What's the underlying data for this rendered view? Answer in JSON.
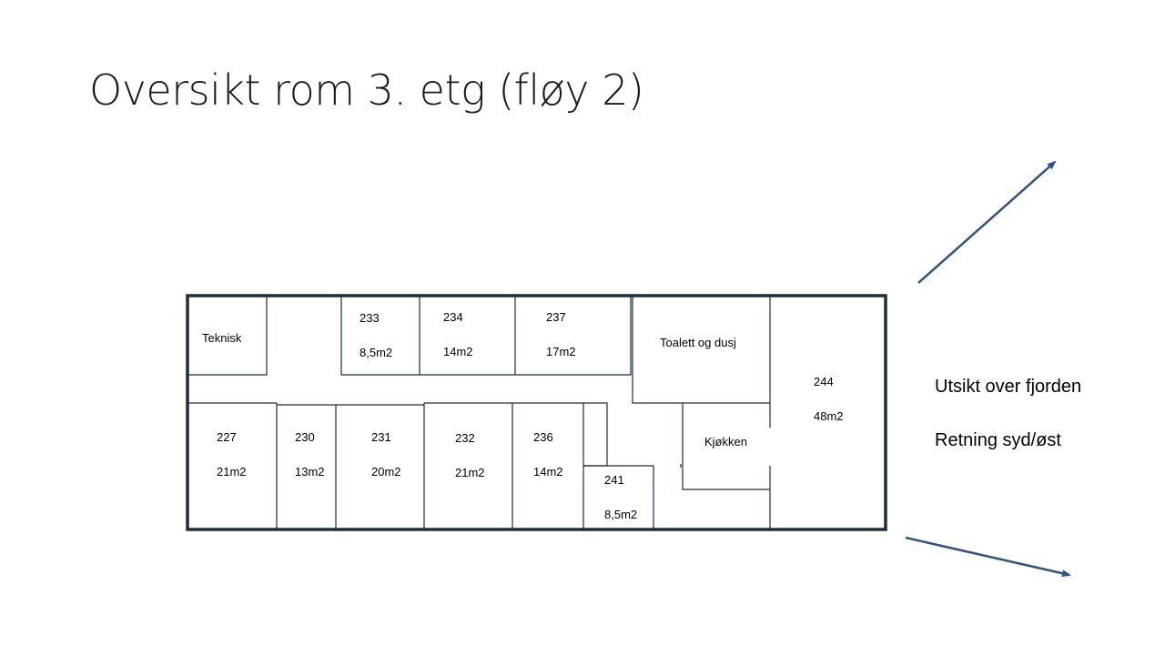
{
  "slide": {
    "title": "Oversikt rom 3. etg (fløy 2)"
  },
  "rooms": {
    "teknisk": {
      "name": "Teknisk"
    },
    "r233": {
      "number": "233",
      "area": "8,5m2"
    },
    "r234": {
      "number": "234",
      "area": "14m2"
    },
    "r237": {
      "number": "237",
      "area": "17m2"
    },
    "toalett": {
      "name": "Toalett og dusj"
    },
    "r244": {
      "number": "244",
      "area": "48m2"
    },
    "r227": {
      "number": "227",
      "area": "21m2"
    },
    "r230": {
      "number": "230",
      "area": "13m2"
    },
    "r231": {
      "number": "231",
      "area": "20m2"
    },
    "r232": {
      "number": "232",
      "area": "21m2"
    },
    "r236": {
      "number": "236",
      "area": "14m2"
    },
    "r241": {
      "number": "241",
      "area": "8,5m2"
    },
    "kjokken": {
      "name": "Kjøkken"
    }
  },
  "notes": {
    "view": "Utsikt over fjorden",
    "direction": "Retning syd/øst"
  },
  "colors": {
    "outer_wall": "#1f2d3d",
    "inner_wall": "#1f2d3d",
    "arrow": "#2f5486"
  }
}
